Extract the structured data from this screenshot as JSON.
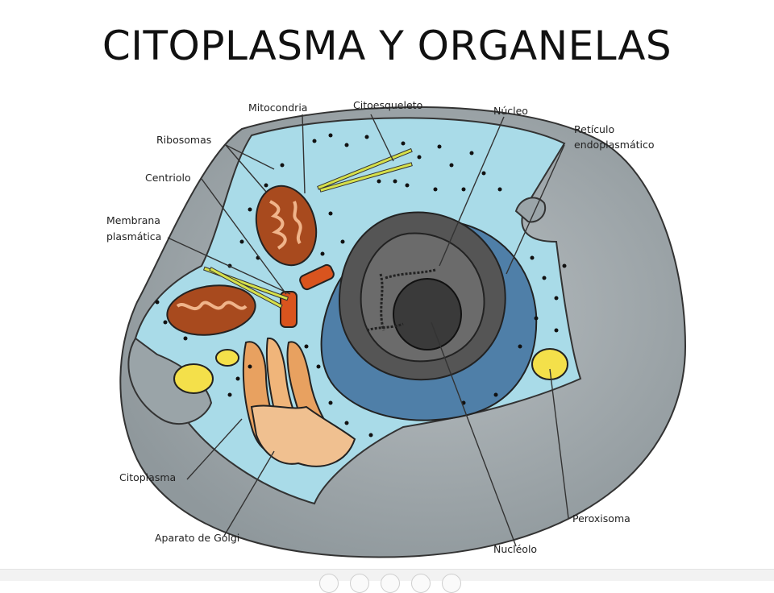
{
  "title": "CITOPLASMA Y ORGANELAS",
  "labels": {
    "mitocondria": "Mitocondria",
    "citoesqueleto": "Citoesqueleto",
    "nucleo": "Núcleo",
    "reticulo_1": "Retículo",
    "reticulo_2": "endoplasmático",
    "ribosomas": "Ribosomas",
    "centriolo": "Centriolo",
    "membrana_1": "Membrana",
    "membrana_2": "plasmática",
    "citoplasma": "Citoplasma",
    "golgi": "Aparato de Golgi",
    "peroxisoma": "Peroxisoma",
    "nucleolo": "Nucléolo"
  },
  "colors": {
    "cytoplasm": "#a9dbe8",
    "membrane": "#9aa4a8",
    "nucleus": "#5a5a5a",
    "er": "#4f7fa8",
    "mitochondria": "#a84a1e",
    "golgi": "#e8a160",
    "peroxisome": "#f4e04a",
    "cytoskeleton": "#d6e04a"
  }
}
